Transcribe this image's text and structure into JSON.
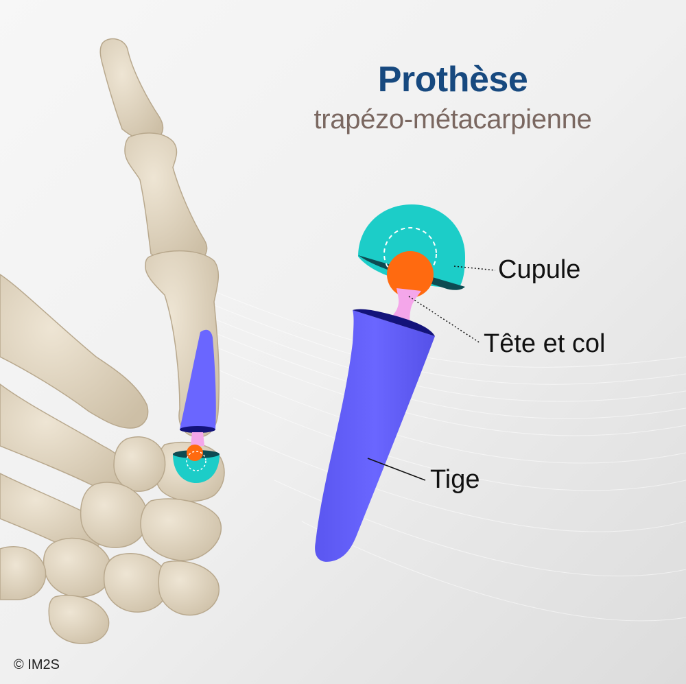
{
  "header": {
    "title": "Prothèse",
    "subtitle": "trapézo-métacarpienne"
  },
  "labels": {
    "cup": "Cupule",
    "head_neck": "Tête et col",
    "stem": "Tige"
  },
  "footer": {
    "copyright": "© IM2S"
  },
  "colors": {
    "title": "#17497f",
    "subtitle": "#7a6760",
    "bone": "#e2d6c1",
    "bone_shadow": "#c7b89f",
    "stem": "#6a66ff",
    "stem_dark": "#13137a",
    "neck": "#f4a6ea",
    "head": "#ff6a10",
    "cup": "#1ccdc8",
    "cup_dark": "#0e4b52"
  },
  "icons": [
    "thumb-skeleton-illustration",
    "prosthesis-illustration"
  ]
}
